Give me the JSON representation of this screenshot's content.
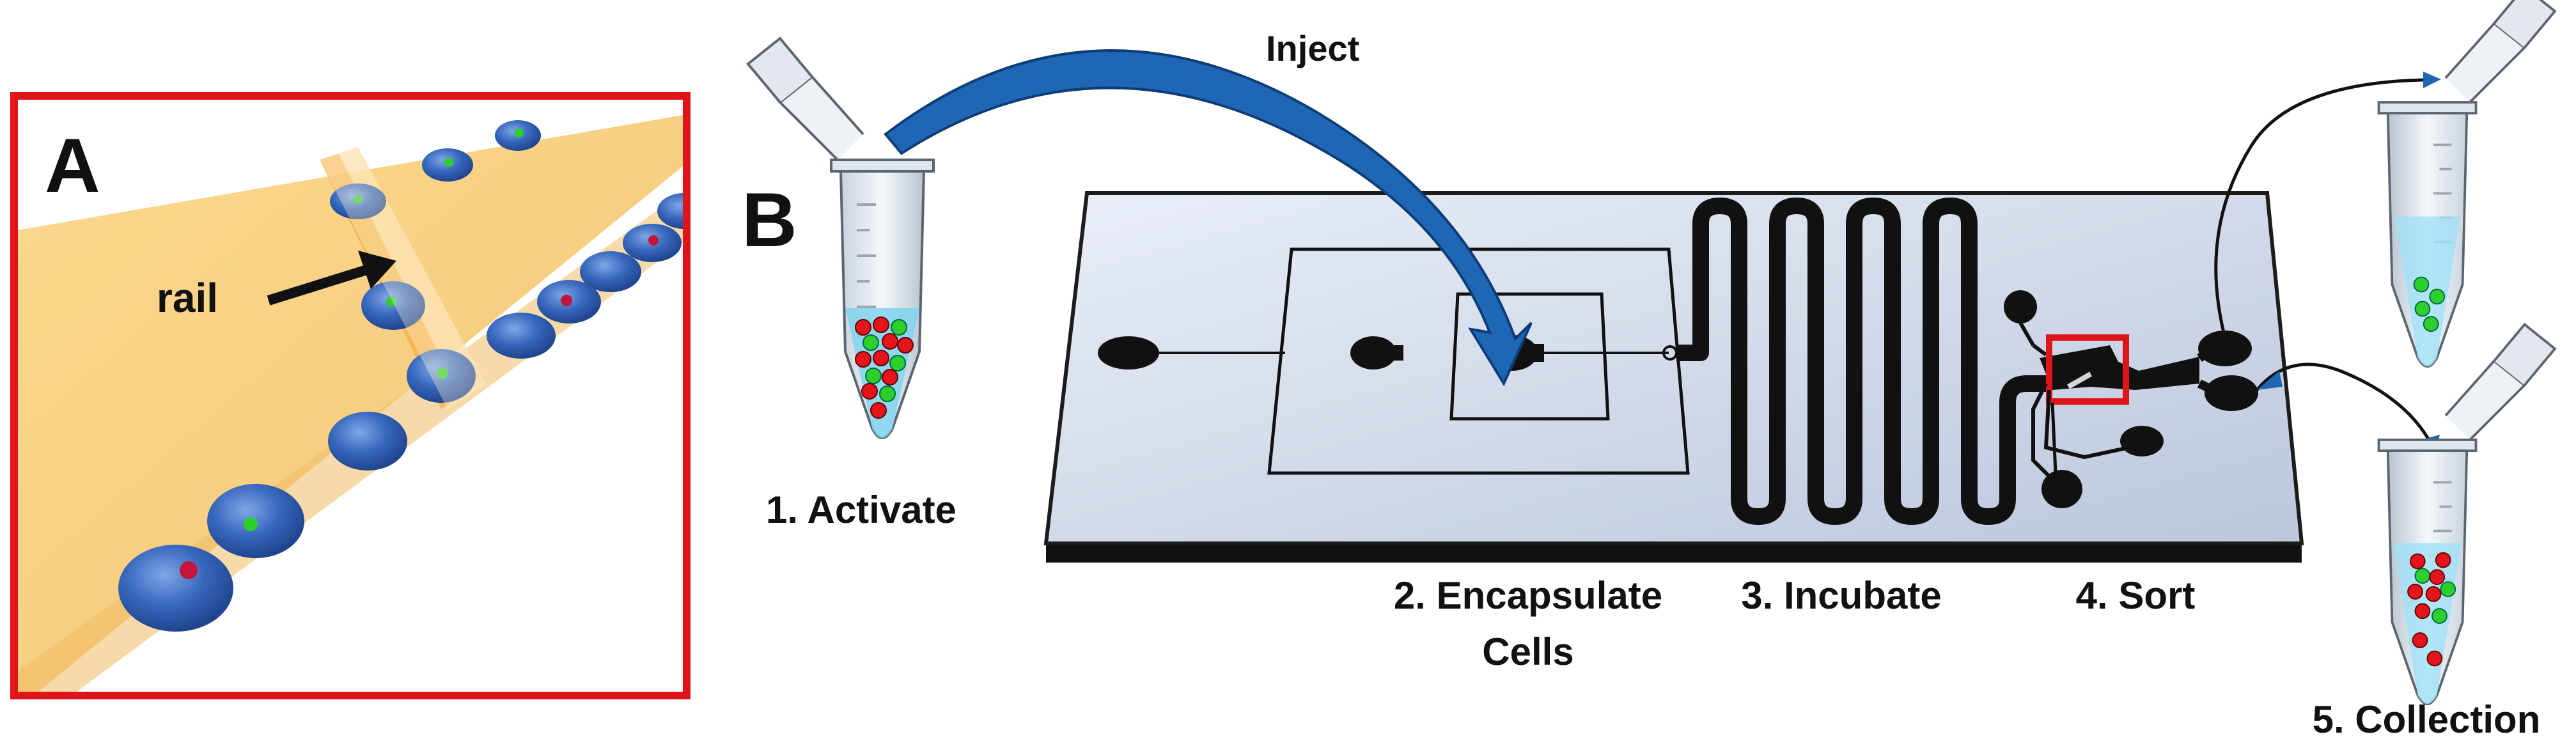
{
  "panel_a": {
    "letter": "A",
    "rail_label": "rail"
  },
  "panel_b": {
    "letter": "B",
    "inject_label": "Inject",
    "steps": {
      "activate": "1. Activate",
      "encapsulate_line1": "2. Encapsulate",
      "encapsulate_line2": "Cells",
      "incubate": "3. Incubate",
      "sort": "4. Sort",
      "collection": "5. Collection"
    }
  },
  "colors": {
    "frame_red": "#e0151b",
    "rail_orange": "#f6cf8a",
    "droplet_blue": "#2f5fb0",
    "arrow_blue": "#1f66b5",
    "chip_fill": "#cdd6e6",
    "channel_black": "#111111",
    "cell_red": "#e3141b",
    "cell_green": "#2ccf2c",
    "tube_liquid": "#7fd3ee"
  }
}
